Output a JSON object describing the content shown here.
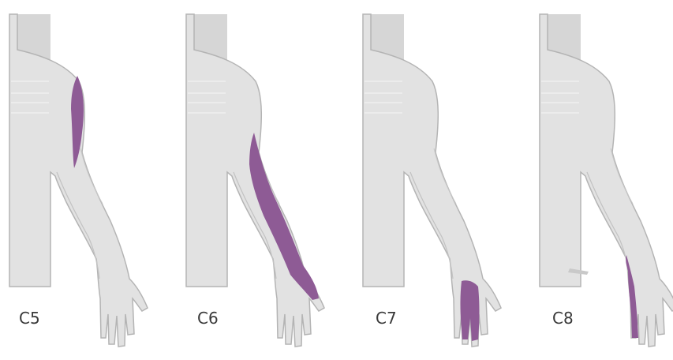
{
  "colors": {
    "background": "#ffffff",
    "skin": "#d9d9d9",
    "skin_light": "#e8e8e8",
    "outline": "#b4b4b4",
    "highlight": "#8e5b95"
  },
  "panels": [
    {
      "label": "C5",
      "region": "lateral-upper-arm"
    },
    {
      "label": "C6",
      "region": "lateral-forearm-thumb"
    },
    {
      "label": "C7",
      "region": "middle-finger"
    },
    {
      "label": "C8",
      "region": "medial-hand-little-finger"
    }
  ]
}
